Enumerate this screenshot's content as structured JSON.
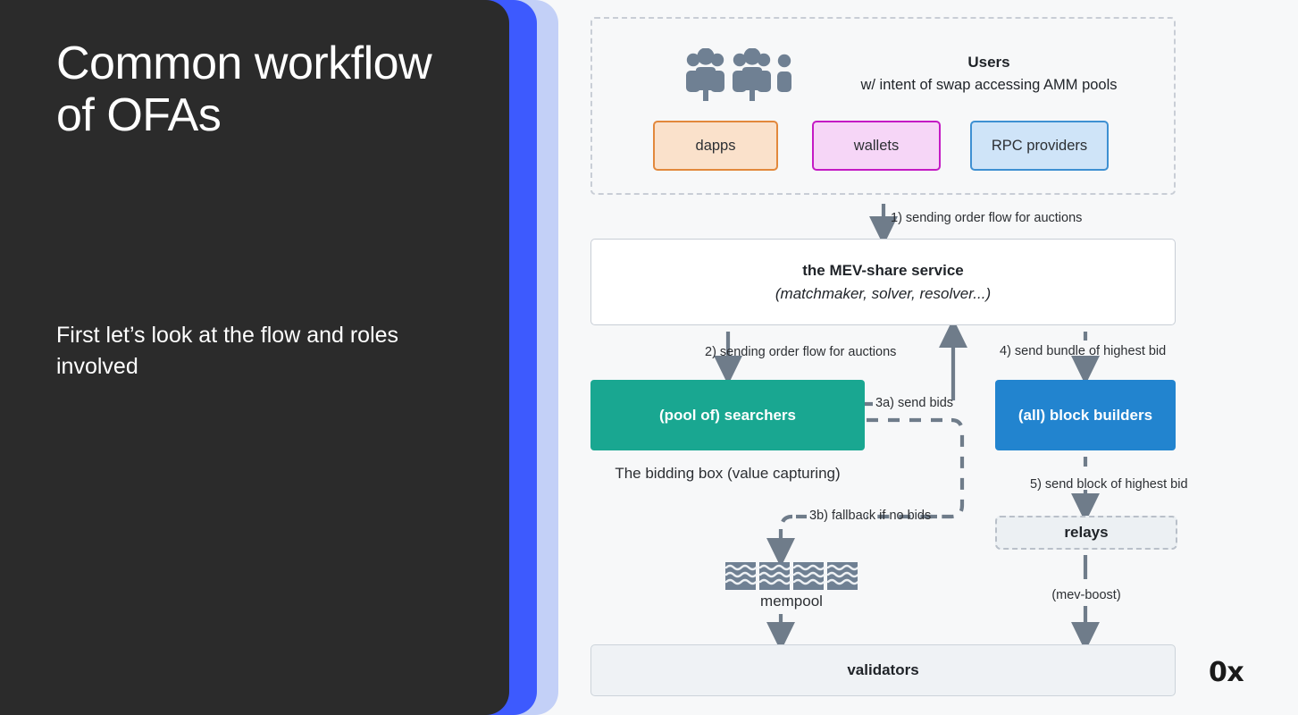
{
  "slide": {
    "title": "Common workflow of OFAs",
    "subtitle": "First let’s look at the flow and roles involved",
    "logo": "0x",
    "colors": {
      "panel_bg": "#2b2b2b",
      "accent_blue": "#3d5afe",
      "accent_blue_light": "#c3d0f7",
      "canvas_bg": "#f7f8f9",
      "searchers_green": "#19a791",
      "builders_blue": "#2284cf",
      "dapps_fill": "#fae1cb",
      "dapps_border": "#e2883c",
      "wallets_fill": "#f6d6f7",
      "wallets_border": "#c41ac4",
      "rpc_fill": "#cfe4f8",
      "rpc_border": "#3e90d2",
      "arrow_gray": "#6f7c8a",
      "text_dark": "#1f2328"
    }
  },
  "diagram": {
    "users_group": {
      "icon": "users-group-icon",
      "heading": "Users",
      "description": "w/ intent of swap accessing AMM pools",
      "chips": [
        {
          "label": "dapps"
        },
        {
          "label": "wallets"
        },
        {
          "label": "RPC providers"
        }
      ]
    },
    "mev_share": {
      "title": "the MEV-share service",
      "subtitle": "(matchmaker, solver, resolver...)"
    },
    "searchers": {
      "label": "(pool of) searchers",
      "caption": "The bidding box (value capturing)"
    },
    "builders": {
      "label": "(all) block builders"
    },
    "relays": {
      "label": "relays",
      "caption": "(mev-boost)"
    },
    "mempool": {
      "label": "mempool",
      "icon": "mempool-blocks-icon"
    },
    "validators": {
      "label": "validators"
    },
    "edges": [
      {
        "id": "e1",
        "label": "1) sending order flow for auctions"
      },
      {
        "id": "e2",
        "label": "2) sending order flow for auctions"
      },
      {
        "id": "e3a",
        "label": "3a) send bids"
      },
      {
        "id": "e3b",
        "label": "3b) fallback if no bids"
      },
      {
        "id": "e4",
        "label": "4) send bundle of highest bid"
      },
      {
        "id": "e5",
        "label": "5) send block of highest bid"
      }
    ]
  }
}
